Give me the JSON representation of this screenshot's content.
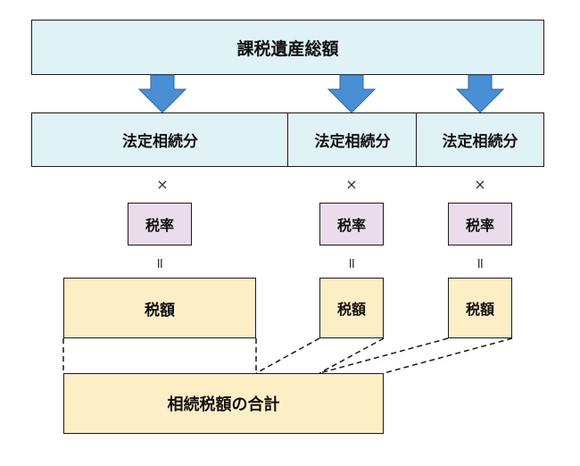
{
  "diagram": {
    "total_label": "課税遺産総額",
    "shares": [
      {
        "label": "法定相続分"
      },
      {
        "label": "法定相続分"
      },
      {
        "label": "法定相続分"
      }
    ],
    "multiply_symbol": "×",
    "tax_rates": [
      {
        "label": "税率"
      },
      {
        "label": "税率"
      },
      {
        "label": "税率"
      }
    ],
    "equals_symbol": "=",
    "tax_amounts": [
      {
        "label": "税額"
      },
      {
        "label": "税額"
      },
      {
        "label": "税額"
      }
    ],
    "sum_label": "相続税額の合計"
  },
  "colors": {
    "cyan_fill": "#dff3f6",
    "pink_fill": "#eadcea",
    "cream_fill": "#fdefc5",
    "arrow_fill": "#4a8fd6"
  }
}
